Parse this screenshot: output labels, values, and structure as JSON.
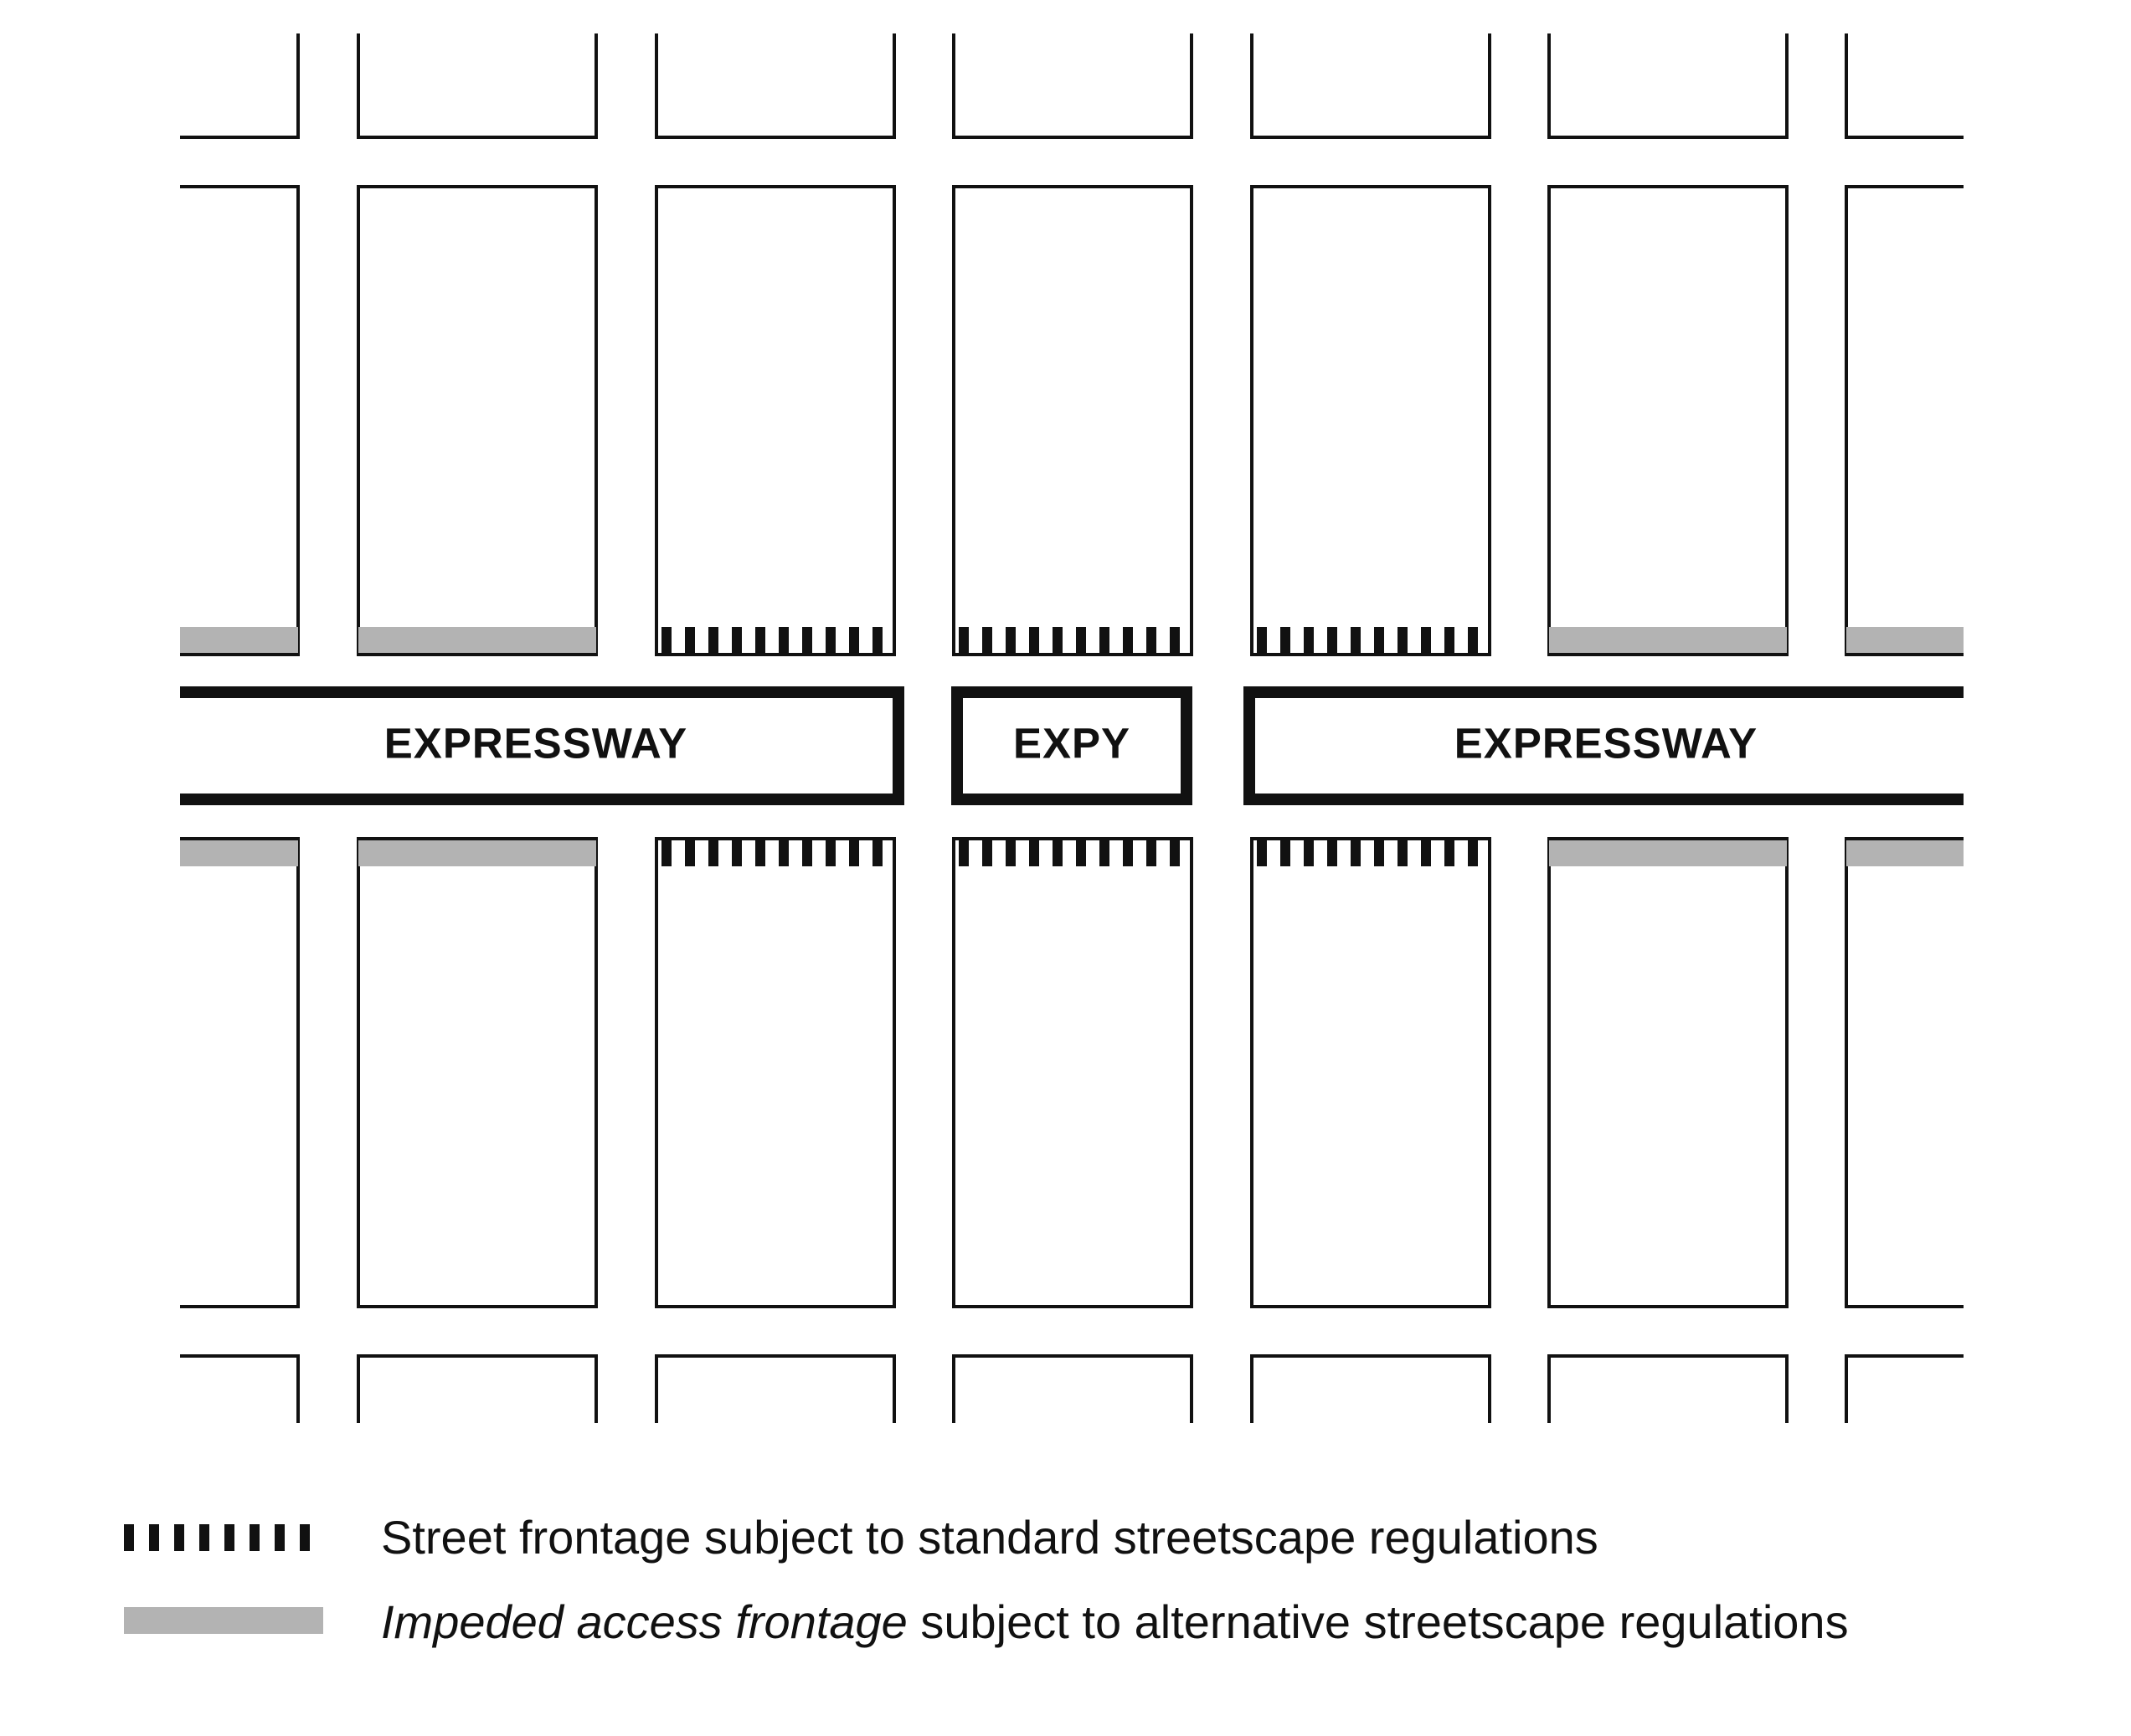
{
  "diagram": {
    "roads": [
      {
        "label": "EXPRESSWAY"
      },
      {
        "label": "EXPY"
      },
      {
        "label": "EXPRESSWAY"
      }
    ],
    "block_columns": [
      {
        "frontage": "impeded"
      },
      {
        "frontage": "impeded"
      },
      {
        "frontage": "standard"
      },
      {
        "frontage": "standard"
      },
      {
        "frontage": "standard"
      },
      {
        "frontage": "impeded"
      },
      {
        "frontage": "impeded"
      }
    ]
  },
  "legend": {
    "standard": {
      "text": "Street frontage subject to standard streetscape regulations"
    },
    "impeded": {
      "italic_text": "Impeded access frontage",
      "text": " subject to alternative streetscape regulations"
    }
  },
  "colors": {
    "line": "#111111",
    "impeded_fill": "#b3b3b3",
    "background": "#ffffff"
  }
}
